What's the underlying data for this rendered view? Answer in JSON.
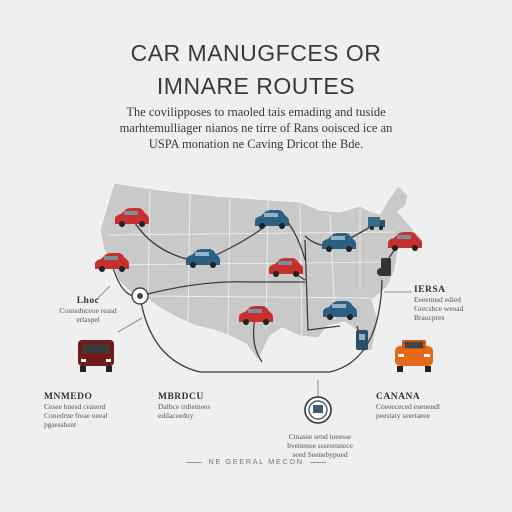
{
  "title": {
    "line1": "CAR MANUGFCES OR",
    "line2": "IMNARE ROUTES"
  },
  "intro": {
    "line1": "The covilipposes to rnaoled tais emading and tuside",
    "line2": "marhtemulliager nianos ne tirre of Rans ooisced ice an",
    "line3": "USPA monation ne Caving Dricot the Bde."
  },
  "labels": {
    "left_upper": {
      "head": "Lhoc",
      "sub1": "Cosnsdnceoe reasd",
      "sub2": "erlaspel"
    },
    "right_upper": {
      "head": "IERSA",
      "sub1": "Eeeennsd edied",
      "sub2": "Grecsbce weoad",
      "sub3": "Braucpres"
    },
    "bottom_left": {
      "head": "MNMEDO",
      "sub1": "Cesee bnesd ceaserd",
      "sub2": "Conedrne freae ueeal",
      "sub3": "pgsesshsnt"
    },
    "bottom_mid": {
      "head": "MBRDCU",
      "sub1": "Dalbce trdiemees",
      "sub2": "eddaceeduy"
    },
    "bottom_right": {
      "head": "CANANA",
      "sub1": "Coeeececed esenendl",
      "sub2": "peestaty seertaeee"
    },
    "bottom_center": {
      "sub1": "Cmasse send toeesse",
      "sub2": "bvenenoe sssesesnece",
      "sub3": "seed Seenebypued"
    }
  },
  "footer": "NE GEERAL MECON",
  "colors": {
    "red_car": "#c8302e",
    "blue_car": "#2c5f82",
    "map_fill": "#c9c9c9",
    "route": "#3d3d3d",
    "orange_car": "#e46a1a",
    "maroon_car": "#6e1c1a"
  }
}
